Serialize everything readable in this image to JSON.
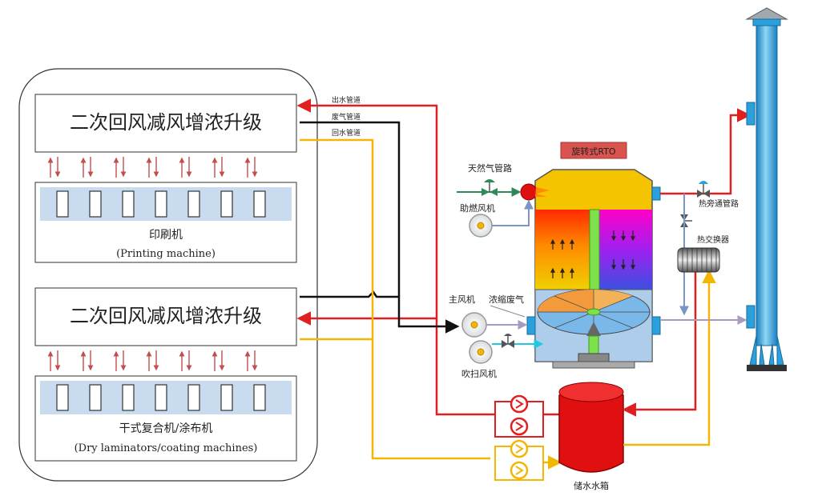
{
  "colors": {
    "water_out": "#e02020",
    "exhaust": "#111111",
    "water_return": "#f2b705",
    "gas": "#2e8b57",
    "stack": "#2aa1dc",
    "machine_strip": "#c9dcef",
    "tank": "#e01010"
  },
  "units": {
    "upper": {
      "upgrade_label": "二次回风减风增浓升级",
      "machine_label": "印刷机",
      "machine_label_en": "(Printing machine)"
    },
    "lower": {
      "upgrade_label": "二次回风减风增浓升级",
      "machine_label": "干式复合机/涂布机",
      "machine_label_en": "(Dry laminators/coating machines)"
    }
  },
  "pipes": {
    "water_out": "出水管道",
    "exhaust": "废气管道",
    "water_return": "回水管道"
  },
  "rto": {
    "title": "旋转式RTO",
    "natural_gas_pipe": "天然气管路",
    "combustion_fan": "助燃风机",
    "main_fan": "主风机",
    "concentrated_gas": "浓缩废气",
    "purge_fan": "吹扫风机",
    "hot_bypass": "热旁通管路",
    "heat_exchanger": "热交换器",
    "water_tank": "储水水箱"
  }
}
